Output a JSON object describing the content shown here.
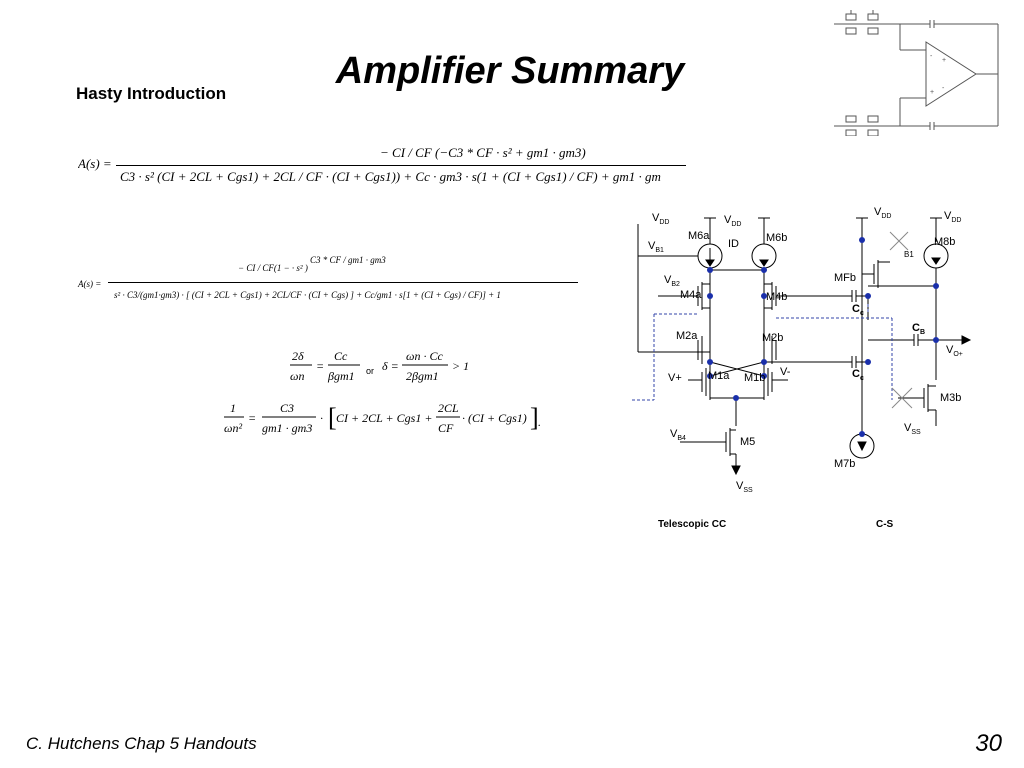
{
  "slide": {
    "title": "Amplifier Summary",
    "subtitle": "Hasty Introduction",
    "footer_left": "C. Hutchens Chap 5 Handouts",
    "page_number": "30"
  },
  "equations": {
    "main_lhs": "A(s) =",
    "main_num": "− CI / CF (−C3 * CF · s² + gm1 · gm3)",
    "main_den": "C3 · s² (CI + 2CL + Cgs1) + 2CL / CF · (CI + Cgs1)) + Cc · gm3 · s(1 + (CI + Cgs1) / CF) + gm1 · gm",
    "eq2_lhs": "A(s) =",
    "eq2_num": "− CI / CF(1 −                · s² )",
    "eq2_numfrac": "C3 * CF / gm1 · gm3",
    "eq2_den": "s² · C3/(gm1·gm3) · [ (CI + 2CL + Cgs1) + 2CL/CF · (CI + Cgs) ] + Cc/gm1 · s[1 + (CI + Cgs) / CF)] + 1",
    "eq3_left": "2δ/ωn = Cc/βgm1",
    "eq3_or": "or",
    "eq3_right": "δ = ωn · Cc / 2βgm1 > 1",
    "eq4": "1/ωn² = C3/(gm1 · gm3) · [ CI + 2CL + Cgs1 + 2CL/CF · (CI + Cgs1) ] ."
  },
  "schematic": {
    "labels": {
      "vdd1": "V",
      "vdd_sub": "DD",
      "vb1": "V",
      "vb1_sub": "B1",
      "m6a": "M6a",
      "id": "ID",
      "m6b": "M6b",
      "vb2": "V",
      "vb2_sub": "B2",
      "m4a": "M4a",
      "m4b": "M4b",
      "m2a": "M2a",
      "m2b": "M2b",
      "vplus": "V+",
      "m1a": "M1a",
      "m1b": "M1b",
      "vminus": "V-",
      "vb4": "V",
      "vb4_sub": "B4",
      "m5": "M5",
      "vss": "V",
      "vss_sub": "SS",
      "mfb": "MFb",
      "cc": "C",
      "cc_sub": "c",
      "cb": "C",
      "cb_sub": "B",
      "m8b": "M8b",
      "b1": "B1",
      "vout": "V",
      "vout_sub": "O+",
      "m3b": "M3b",
      "m7b": "M7b"
    },
    "captions": {
      "left": "Telescopic CC",
      "right": "C-S"
    }
  }
}
